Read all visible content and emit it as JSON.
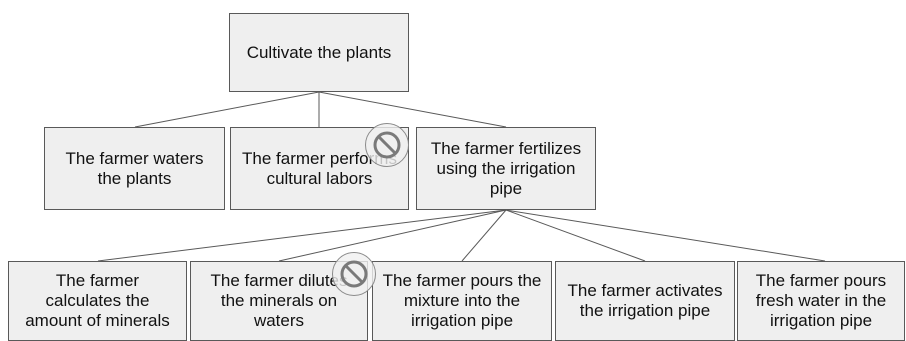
{
  "diagram": {
    "root": {
      "label": "Cultivate the plants",
      "children": [
        {
          "label": "The farmer waters the plants"
        },
        {
          "label": "The farmer performs cultural labors"
        },
        {
          "label": "The farmer fertilizes using the irrigation pipe",
          "children": [
            {
              "label": "The farmer calculates the amount of minerals"
            },
            {
              "label": "The farmer dilutes the minerals on waters"
            },
            {
              "label": "The farmer pours the mixture into the irrigation pipe"
            },
            {
              "label": "The farmer activates the irrigation pipe"
            },
            {
              "label": "The farmer pours fresh water in the irrigation pipe"
            }
          ]
        }
      ]
    },
    "overlay_icons": [
      "prohibited-icon",
      "prohibited-icon"
    ],
    "colors": {
      "box_fill": "#efefef",
      "box_border": "#595959",
      "edge": "#595959"
    }
  }
}
